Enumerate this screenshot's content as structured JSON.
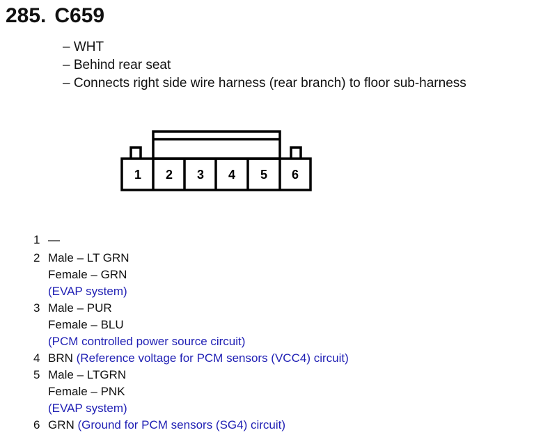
{
  "header": {
    "number": "285.",
    "connector": "C659"
  },
  "details": [
    "– WHT",
    "– Behind rear seat",
    "– Connects right side wire harness (rear branch) to floor sub-harness"
  ],
  "diagram": {
    "pin_labels": [
      "1",
      "2",
      "3",
      "4",
      "5",
      "6"
    ]
  },
  "pins": [
    {
      "number": "1",
      "color": "—",
      "description": ""
    },
    {
      "number": "2",
      "male": "Male – LT GRN",
      "female": "Female – GRN",
      "description": "(EVAP system)"
    },
    {
      "number": "3",
      "male": "Male – PUR",
      "female": "Female – BLU",
      "description": "(PCM controlled power source circuit)"
    },
    {
      "number": "4",
      "color": "BRN",
      "description": "(Reference voltage for PCM sensors (VCC4) circuit)"
    },
    {
      "number": "5",
      "male": "Male – LTGRN",
      "female": "Female – PNK",
      "description": "(EVAP system)"
    },
    {
      "number": "6",
      "color": "GRN",
      "description": "(Ground for PCM sensors (SG4) circuit)"
    }
  ],
  "colors": {
    "text": "#111111",
    "description": "#1f1fb4"
  }
}
